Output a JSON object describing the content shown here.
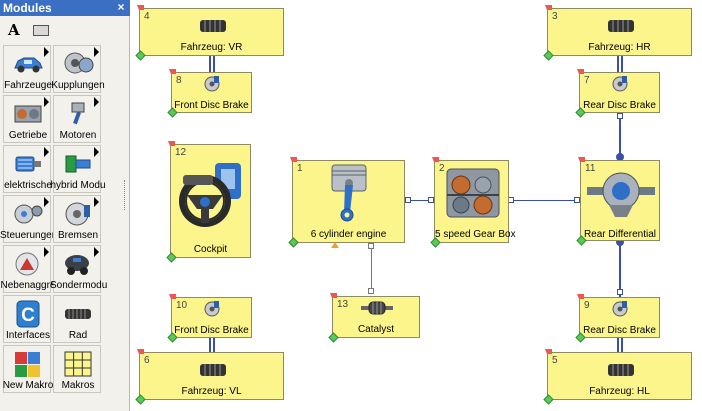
{
  "panel": {
    "title": "Modules",
    "close_label": "×",
    "text_tool_label": "A",
    "items": [
      {
        "label": "Fahrzeuge",
        "icon": "car-icon"
      },
      {
        "label": "Kupplungen",
        "icon": "clutch-icon"
      },
      {
        "label": "Getriebe",
        "icon": "gearbox-icon"
      },
      {
        "label": "Motoren",
        "icon": "engine-icon"
      },
      {
        "label": "elektrische",
        "icon": "electric-motor-icon"
      },
      {
        "label": "hybrid Modu",
        "icon": "hybrid-module-icon"
      },
      {
        "label": "Steuerungen",
        "icon": "control-icon"
      },
      {
        "label": "Bremsen",
        "icon": "brake-icon"
      },
      {
        "label": "Nebenaggre",
        "icon": "auxiliary-unit-icon"
      },
      {
        "label": "Sondermodu",
        "icon": "special-module-icon"
      },
      {
        "label": "Interfaces",
        "icon": "interface-c-icon"
      },
      {
        "label": "Rad",
        "icon": "tire-icon"
      },
      {
        "label": "New Makro",
        "icon": "puzzle-icon"
      },
      {
        "label": "Makros",
        "icon": "macro-grid-icon"
      }
    ]
  },
  "nodes": {
    "fahrzeug_vr": {
      "num": "4",
      "label": "Fahrzeug: VR",
      "icon": "tire-icon"
    },
    "fahrzeug_hr": {
      "num": "3",
      "label": "Fahrzeug: HR",
      "icon": "tire-icon"
    },
    "front_brake_top": {
      "num": "8",
      "label": "Front Disc Brake",
      "icon": "disc-brake-icon"
    },
    "rear_brake_top": {
      "num": "7",
      "label": "Rear Disc Brake",
      "icon": "disc-brake-icon"
    },
    "cockpit": {
      "num": "12",
      "label": "Cockpit",
      "icon": "steering-wheel-icon"
    },
    "engine": {
      "num": "1",
      "label": "6 cylinder engine",
      "icon": "piston-icon"
    },
    "gearbox": {
      "num": "2",
      "label": "5 speed Gear Box",
      "icon": "gearbox-icon"
    },
    "differential": {
      "num": "11",
      "label": "Rear Differential",
      "icon": "differential-icon"
    },
    "catalyst": {
      "num": "13",
      "label": "Catalyst",
      "icon": "catalyst-icon"
    },
    "front_brake_bottom": {
      "num": "10",
      "label": "Front Disc Brake",
      "icon": "disc-brake-icon"
    },
    "rear_brake_bottom": {
      "num": "9",
      "label": "Rear Disc Brake",
      "icon": "disc-brake-icon"
    },
    "fahrzeug_vl": {
      "num": "6",
      "label": "Fahrzeug: VL",
      "icon": "tire-icon"
    },
    "fahrzeug_hl": {
      "num": "5",
      "label": "Fahrzeug: HL",
      "icon": "tire-icon"
    }
  },
  "colors": {
    "panel_header": "#3a6fc4",
    "node_fill": "#fbf58c",
    "wire": "#3a4fa8"
  }
}
